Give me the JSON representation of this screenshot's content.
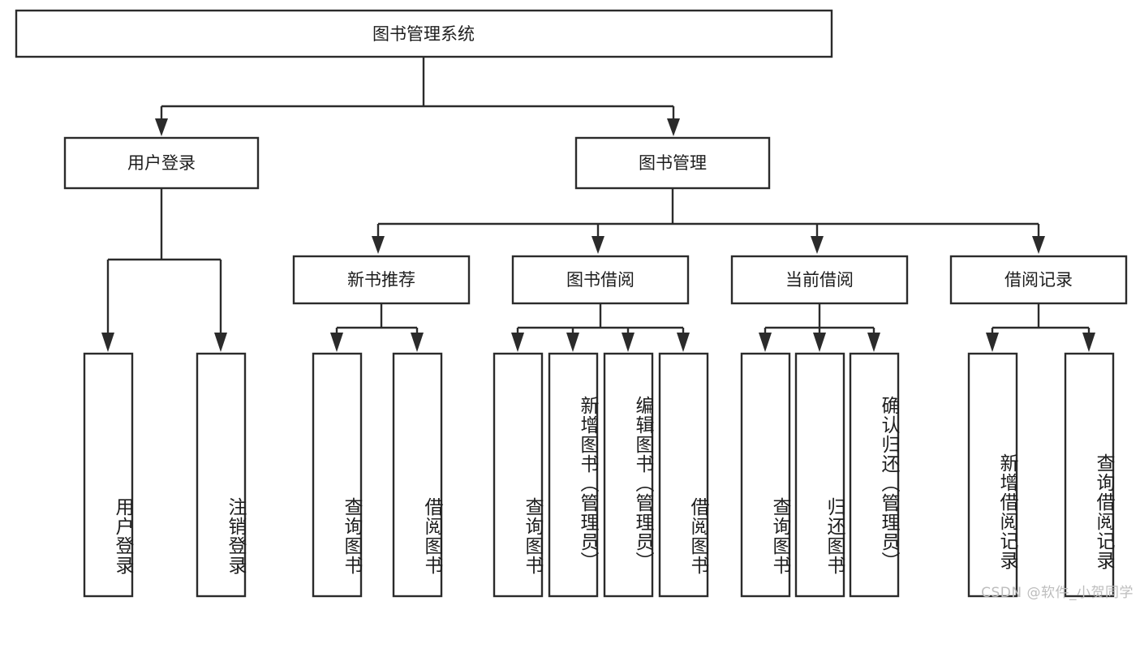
{
  "diagram": {
    "title": "图书管理系统",
    "type": "hierarchy-tree",
    "orientation": "top-down",
    "colors": {
      "box_stroke": "#2b2b2b",
      "box_fill": "#ffffff",
      "text": "#1d1d1d",
      "background": "#ffffff",
      "watermark": "#bdbdbd"
    },
    "root": {
      "label": "图书管理系统"
    },
    "level2": [
      {
        "label": "用户登录"
      },
      {
        "label": "图书管理"
      }
    ],
    "level3": [
      {
        "label": "新书推荐"
      },
      {
        "label": "图书借阅"
      },
      {
        "label": "当前借阅"
      },
      {
        "label": "借阅记录"
      }
    ],
    "leaves": {
      "user_login": [
        "用户登录",
        "注销登录"
      ],
      "new_book_recommend": [
        "查询图书",
        "借阅图书"
      ],
      "book_borrow": [
        "查询图书",
        "新增图书（管理员）",
        "编辑图书（管理员）",
        "借阅图书"
      ],
      "current_borrow": [
        "查询图书",
        "归还图书",
        "确认归还（管理员）"
      ],
      "borrow_record": [
        "新增借阅记录",
        "查询借阅记录"
      ]
    }
  },
  "watermark": {
    "text": "CSDN @软件_小贺同学"
  }
}
